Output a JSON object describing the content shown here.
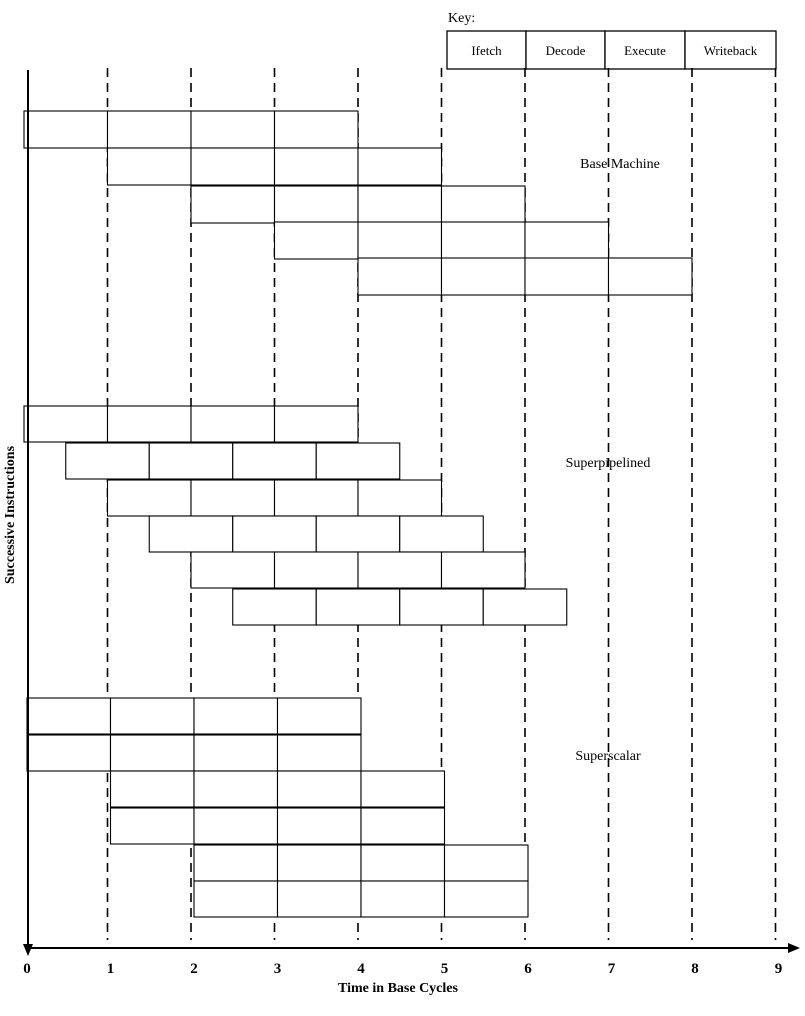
{
  "key": {
    "title": "Key:",
    "stages": [
      "Ifetch",
      "Decode",
      "Execute",
      "Writeback"
    ]
  },
  "axis": {
    "x_title": "Time in Base Cycles",
    "y_title": "Successive Instructions",
    "ticks": [
      "0",
      "1",
      "2",
      "3",
      "4",
      "5",
      "6",
      "7",
      "8",
      "9"
    ]
  },
  "groups": [
    {
      "label": "Base Machine",
      "stage_duration": 1,
      "instruction_starts": [
        0,
        1,
        2,
        3,
        4
      ]
    },
    {
      "label": "Superpipelined",
      "stage_duration": 1,
      "instruction_starts": [
        0,
        0.5,
        1,
        1.5,
        2,
        2.5
      ]
    },
    {
      "label": "Superscalar",
      "stage_duration": 1,
      "instruction_starts": [
        0,
        0,
        1,
        1,
        2,
        2
      ]
    }
  ]
}
